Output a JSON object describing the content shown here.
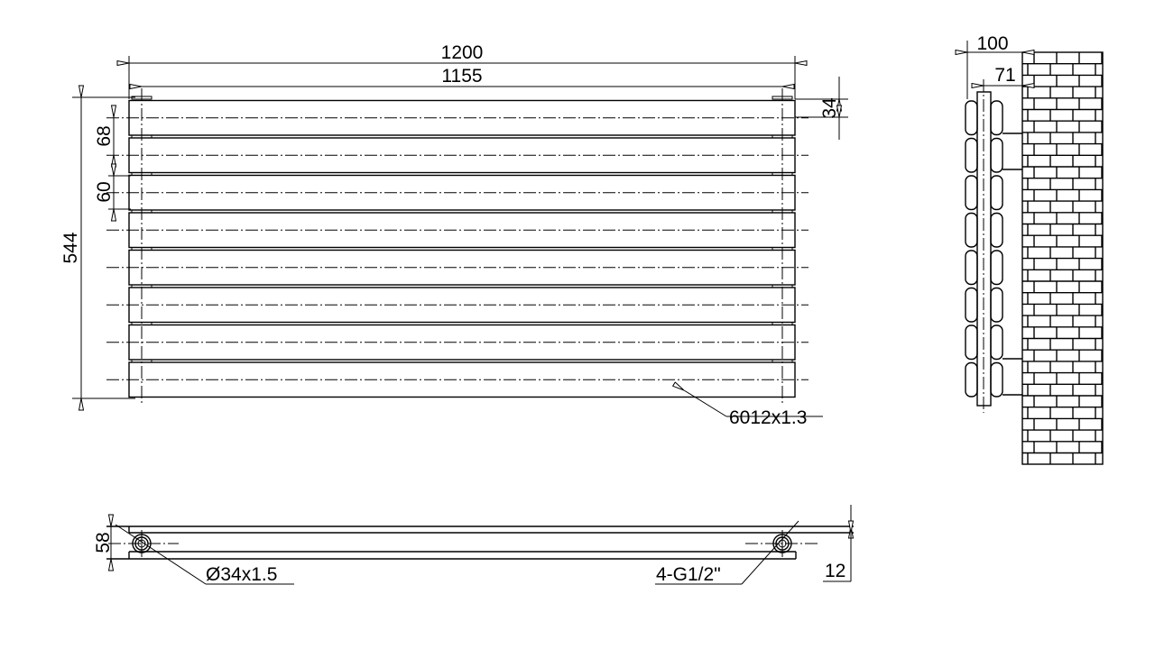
{
  "front_view": {
    "overall_width": "1200",
    "centers_width": "1155",
    "overall_height": "544",
    "tube_pitch": "68",
    "tube_gap_dim": "60",
    "tube_height": "34",
    "tube_spec": "6012x1.3",
    "tube_count": 8
  },
  "side_view": {
    "depth": "100",
    "wall_to_center": "71"
  },
  "bottom_view": {
    "depth": "58",
    "pipe_spec": "Ø34x1.5",
    "connections": "4-G1/2\"",
    "offset": "12"
  }
}
